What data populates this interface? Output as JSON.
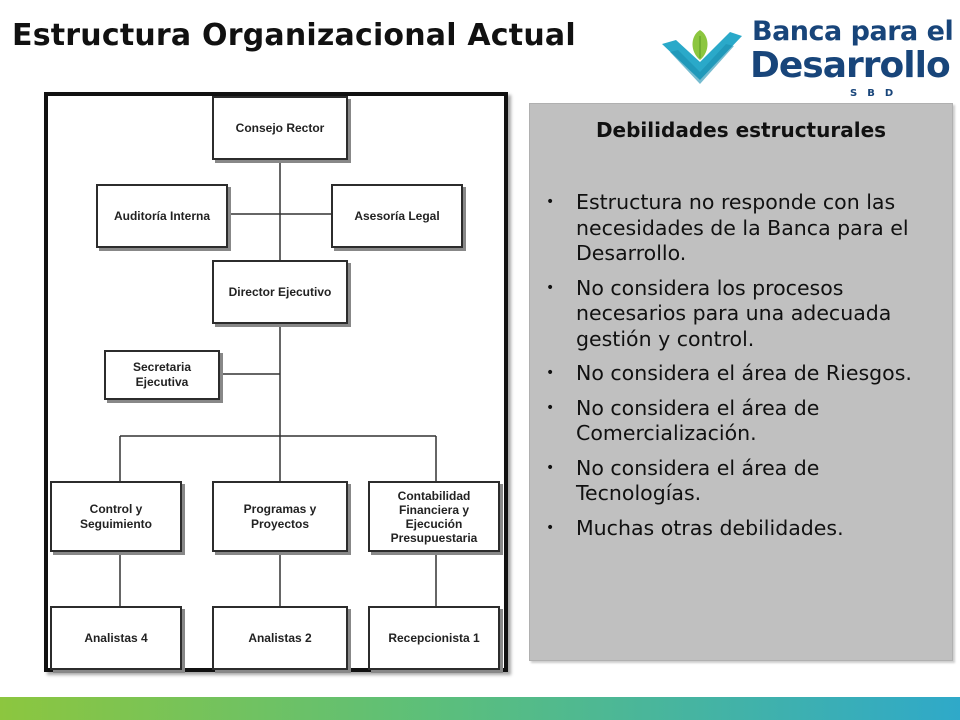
{
  "title": "Estructura Organizacional Actual",
  "logo": {
    "line1": "Banca para el",
    "line2": "Desarrollo",
    "abbr": "SBD",
    "colors": {
      "text": "#18457a",
      "leaf": "#8cc63f",
      "check": "#2aa9c9"
    }
  },
  "org_chart": {
    "nodes": {
      "consejo": "Consejo Rector",
      "auditoria": "Auditoría Interna",
      "asesoria": "Asesoría Legal",
      "director": "Director Ejecutivo",
      "secretaria": "Secretaria Ejecutiva",
      "control": "Control y Seguimiento",
      "programas": "Programas y Proyectos",
      "contabilidad": "Contabilidad Financiera y Ejecución Presupuestaria",
      "analistas4": "Analistas 4",
      "analistas2": "Analistas 2",
      "recepcionista": "Recepcionista 1"
    }
  },
  "panel": {
    "title": "Debilidades estructurales",
    "bullets": [
      "Estructura no responde  con las necesidades de la Banca para el Desarrollo.",
      "No considera los procesos necesarios para una adecuada gestión y control.",
      "No considera el área de Riesgos.",
      "No considera el área de Comercialización.",
      "No considera el área de Tecnologías.",
      "Muchas otras debilidades."
    ]
  },
  "colors": {
    "panel_bg": "#c0c0c0",
    "bottom_bar_start": "#8cc63f",
    "bottom_bar_end": "#2fa9c9"
  }
}
